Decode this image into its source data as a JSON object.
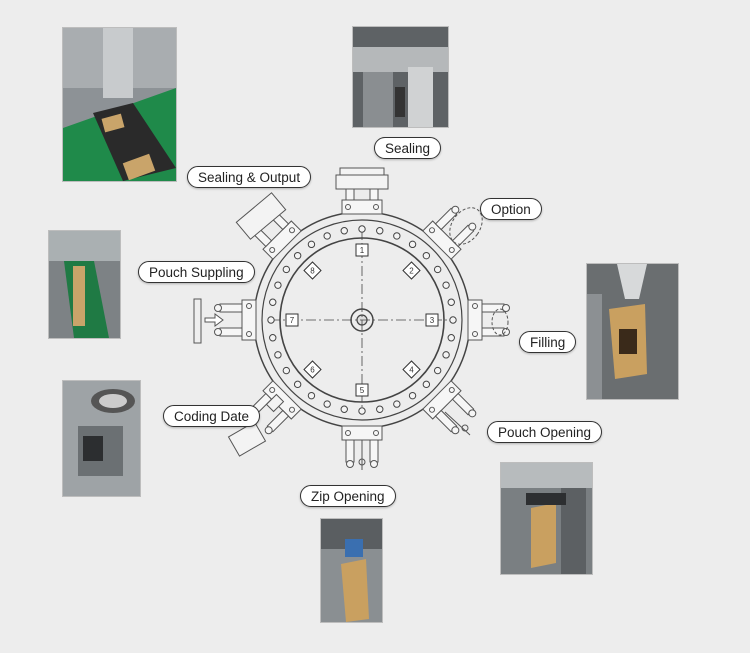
{
  "stations": [
    {
      "id": "sealing",
      "label": "Sealing"
    },
    {
      "id": "option",
      "label": "Option"
    },
    {
      "id": "filling",
      "label": "Filling"
    },
    {
      "id": "pouch_opening",
      "label": "Pouch Opening"
    },
    {
      "id": "zip_opening",
      "label": "Zip Opening"
    },
    {
      "id": "coding_date",
      "label": "Coding Date"
    },
    {
      "id": "pouch_suppling",
      "label": "Pouch Suppling"
    },
    {
      "id": "sealing_output",
      "label": "Sealing & Output"
    }
  ],
  "dial": {
    "positions": [
      "1",
      "2",
      "3",
      "4",
      "5",
      "6",
      "7",
      "8"
    ]
  },
  "colors": {
    "background": "#ededed",
    "machine_line": "#444444",
    "label_border": "#333333"
  }
}
